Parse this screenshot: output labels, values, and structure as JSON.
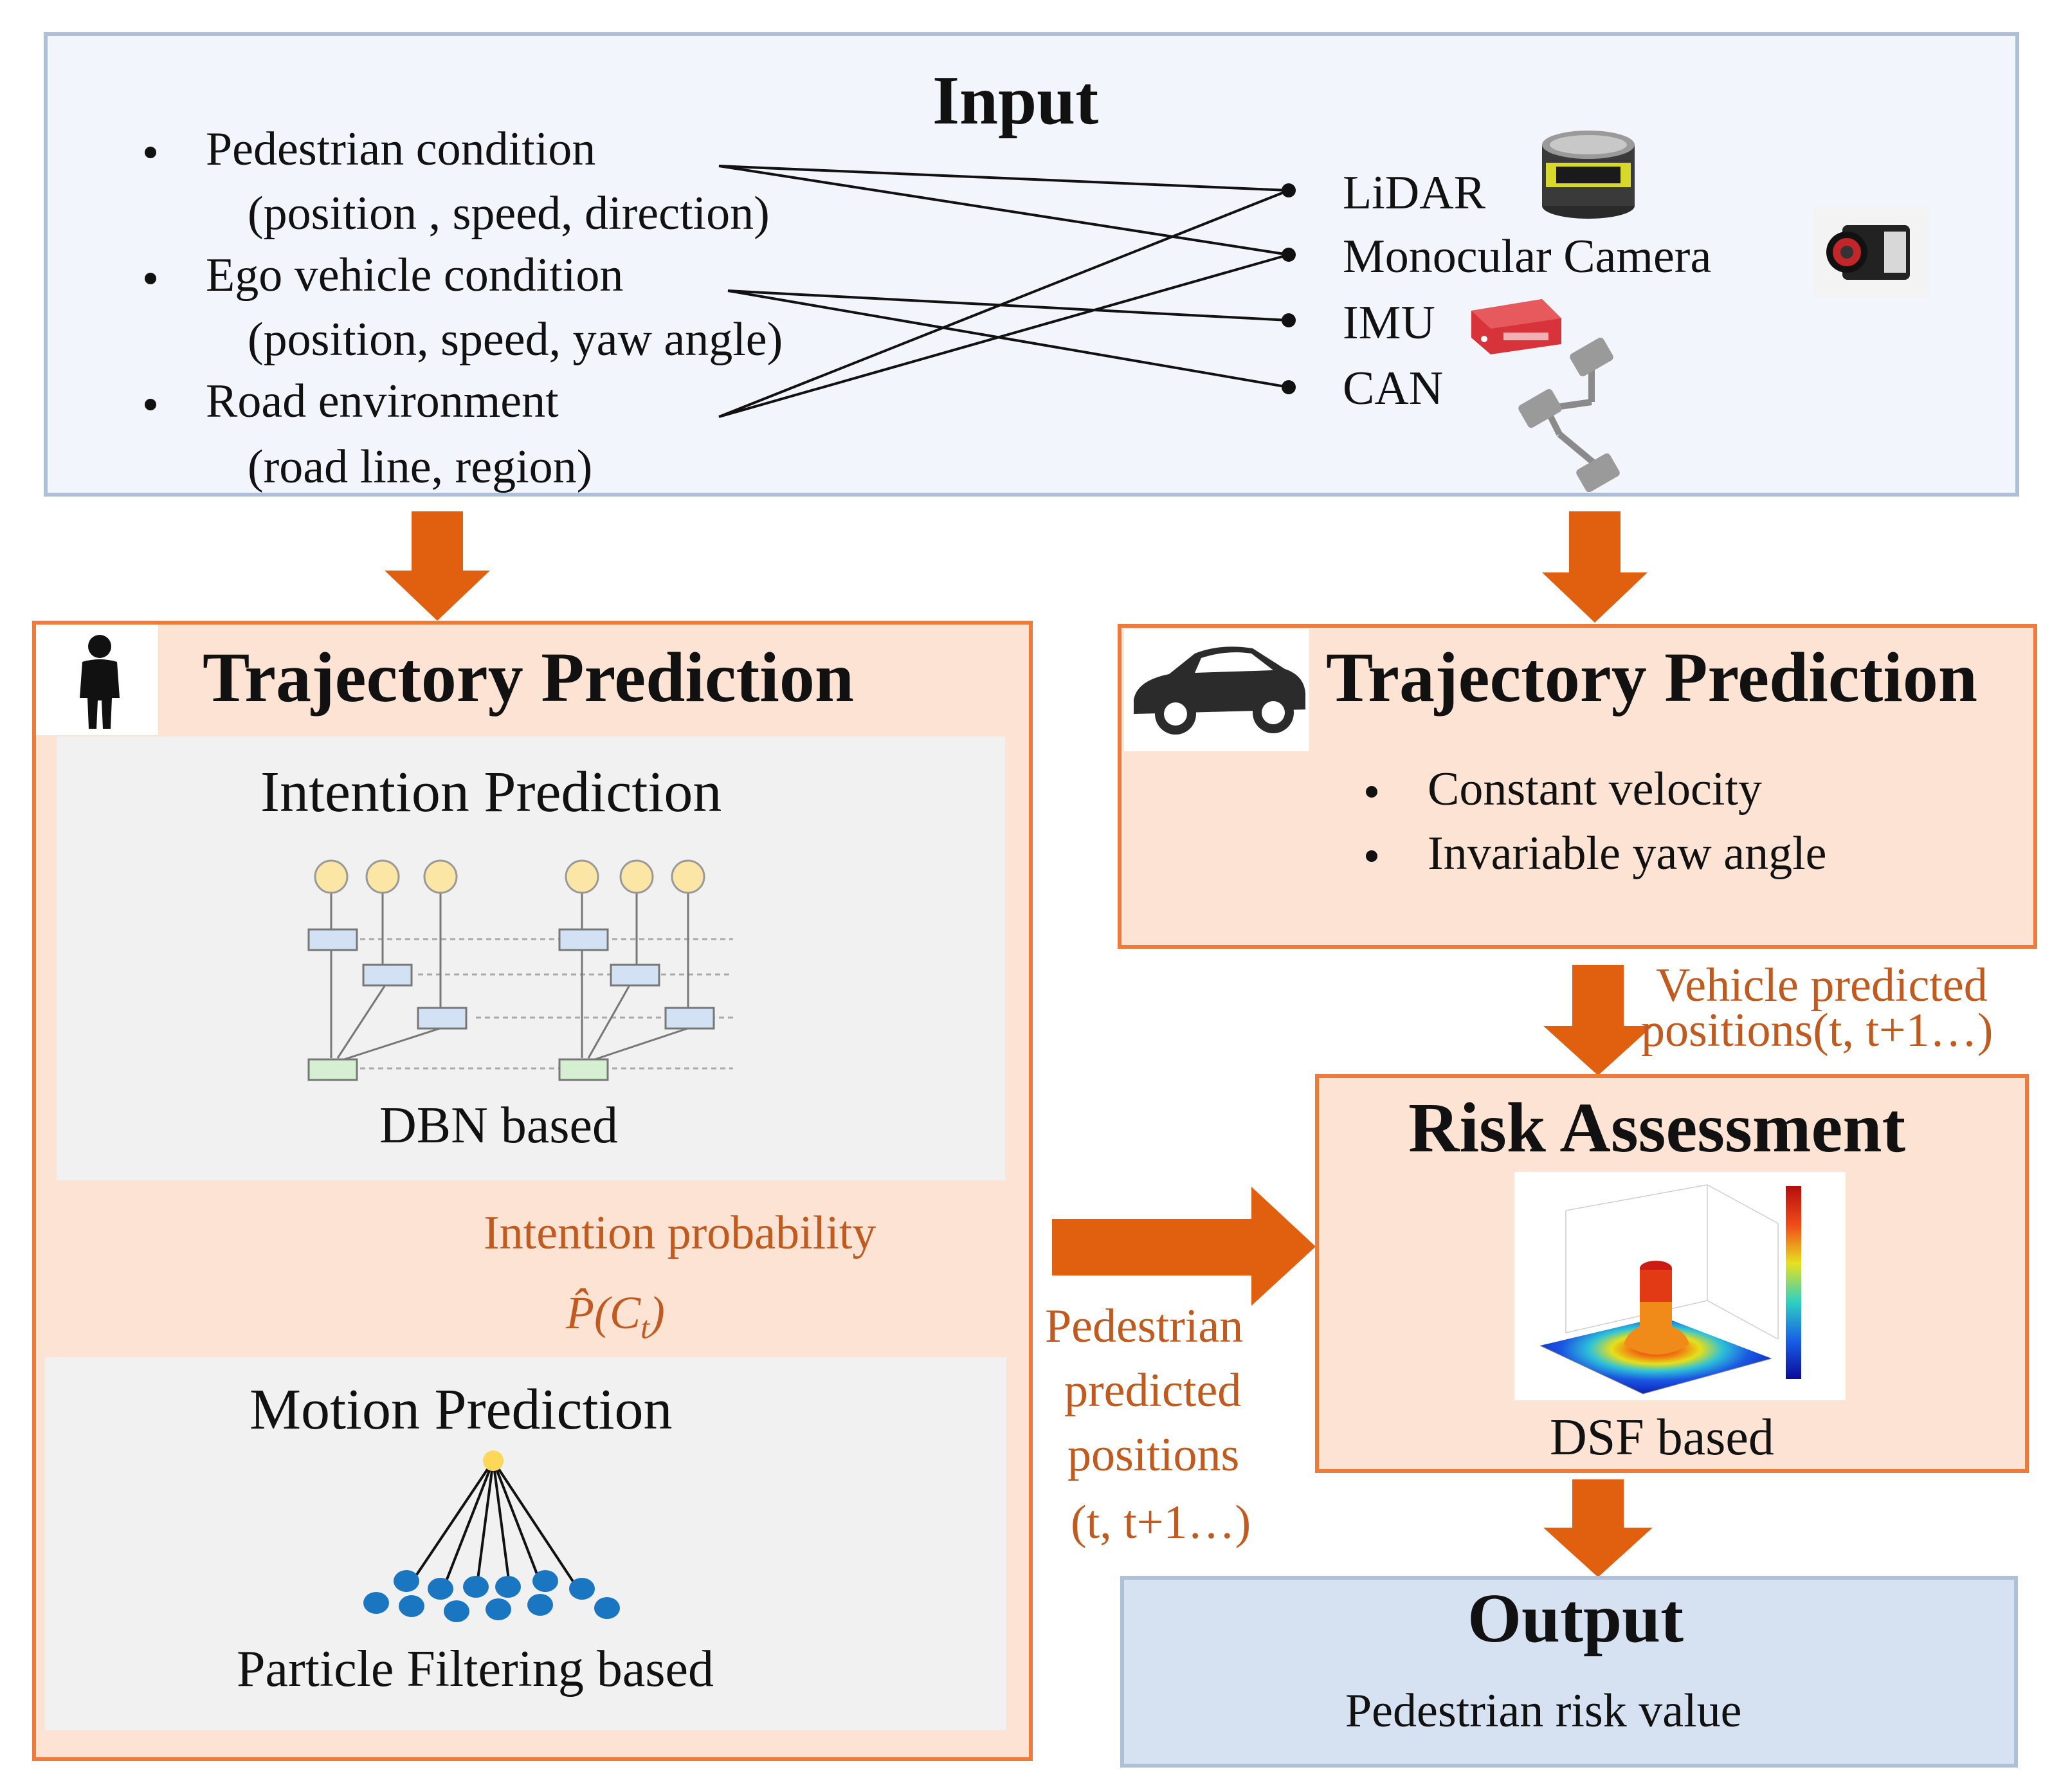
{
  "input": {
    "title": "Input",
    "items": [
      {
        "label": "Pedestrian condition",
        "detail": "(position , speed, direction)"
      },
      {
        "label": "Ego vehicle condition",
        "detail": "(position, speed, yaw angle)"
      },
      {
        "label": "Road environment",
        "detail": "(road line, region)"
      }
    ],
    "sensors": [
      "LiDAR",
      "Monocular Camera",
      "IMU",
      "CAN"
    ]
  },
  "pedestrian": {
    "title": "Trajectory Prediction",
    "intention": {
      "title": "Intention Prediction",
      "caption": "DBN based"
    },
    "arrow_label": "Intention probability",
    "formula": "P̂(C",
    "formula_sub": "t",
    "formula_end": ")",
    "motion": {
      "title": "Motion Prediction",
      "caption": "Particle  Filtering  based"
    }
  },
  "vehicle": {
    "title": "Trajectory Prediction",
    "items": [
      "Constant velocity",
      "Invariable yaw angle"
    ],
    "arrow_label_1": "Vehicle predicted",
    "arrow_label_2": "positions(t, t+1…)"
  },
  "pedestrian_positions": [
    "Pedestrian",
    "predicted",
    "positions",
    "(t, t+1…)"
  ],
  "risk": {
    "title": "Risk Assessment",
    "caption": "DSF based"
  },
  "output": {
    "title": "Output",
    "value": "Pedestrian risk value"
  },
  "colors": {
    "arrow": "#e0600f",
    "orange_border": "#ef7a3a",
    "orange_fill": "#fde3d4",
    "blue_fill": "#d6e2f1",
    "label_brown": "#c15a1e"
  }
}
